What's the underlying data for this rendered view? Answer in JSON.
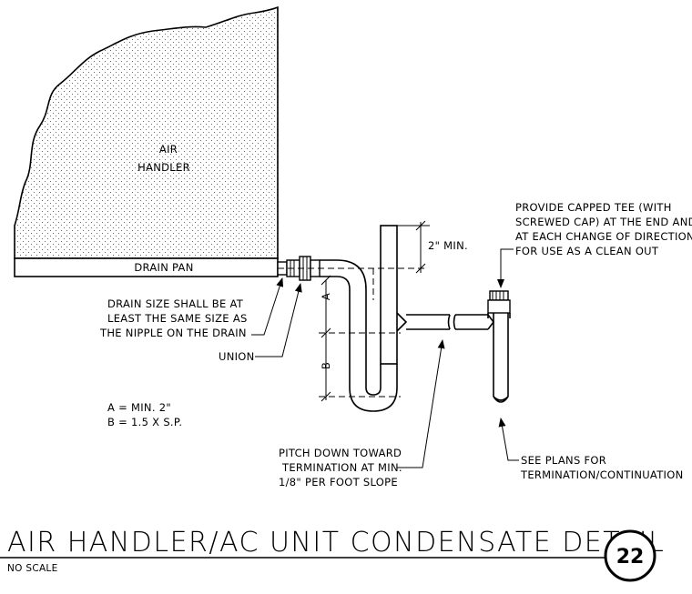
{
  "labels": {
    "air": "AIR",
    "handler": "HANDLER",
    "drain_pan": "DRAIN PAN",
    "min_dim": "2\" MIN.",
    "dim_a": "A",
    "dim_b": "B",
    "drain_note": [
      "DRAIN SIZE SHALL BE AT",
      "LEAST THE SAME SIZE AS",
      "THE NIPPLE ON THE DRAIN"
    ],
    "union": "UNION",
    "legend_a": "A = MIN. 2\"",
    "legend_b": "B = 1.5 X S.P.",
    "capped_tee_note": [
      "PROVIDE CAPPED TEE (WITH",
      "SCREWED CAP) AT THE END AND",
      "AT EACH CHANGE OF DIRECTION",
      "FOR USE AS A CLEAN OUT"
    ],
    "pitch_note": [
      "PITCH DOWN TOWARD",
      "TERMINATION AT MIN.",
      "1/8\" PER FOOT SLOPE"
    ],
    "plans_note": [
      "SEE PLANS FOR",
      "TERMINATION/CONTINUATION"
    ]
  },
  "title_block": {
    "title": "AIR HANDLER/AC UNIT CONDENSATE DETAIL",
    "scale": "NO SCALE",
    "detail_number": "22"
  }
}
